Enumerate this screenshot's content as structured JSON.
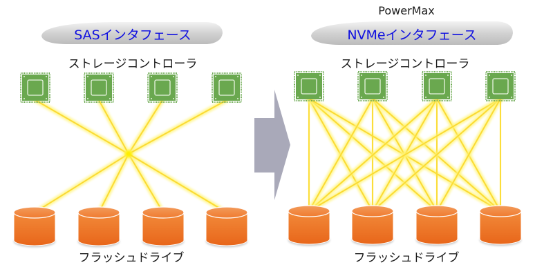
{
  "product_title": "PowerMax",
  "left_panel": {
    "interface_label": "SASインタフェース",
    "controller_label": "ストレージコントローラ",
    "drive_label": "フラッシュドライブ",
    "controller_count": 4,
    "drive_count": 4,
    "topology": "shared-switch"
  },
  "right_panel": {
    "interface_label": "NVMeインタフェース",
    "controller_label": "ストレージコントローラ",
    "drive_label": "フラッシュドライブ",
    "controller_count": 4,
    "drive_count": 4,
    "topology": "full-mesh"
  },
  "colors": {
    "interface_text": "#1010e0",
    "pill": "#d0d0d0",
    "chip": "#6aa84f",
    "drive": "#f07a28",
    "link": "#fff23a",
    "arrow": "#a8a8b8"
  }
}
